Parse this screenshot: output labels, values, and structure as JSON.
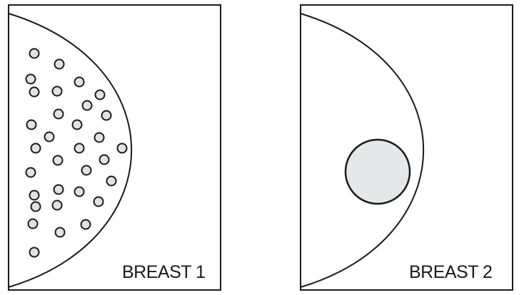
{
  "panels": [
    {
      "label": "BREAST 1",
      "content": "many small circles"
    },
    {
      "label": "BREAST 2",
      "content": "single large circle"
    }
  ],
  "colors": {
    "stroke": "#1a1a1a",
    "small_circle_fill": "#e2e2e2",
    "large_circle_fill": "#e6e7e8",
    "background": "#ffffff"
  }
}
